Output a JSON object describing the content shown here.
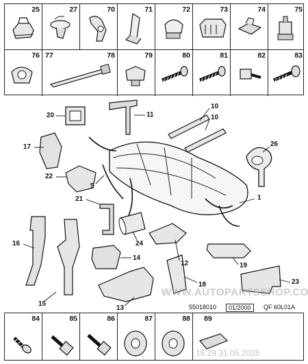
{
  "top_row_1": [
    "25",
    "27",
    "70",
    "71",
    "72",
    "73",
    "74",
    "75"
  ],
  "top_row_2": [
    "76",
    "77",
    "78",
    "79",
    "80",
    "81",
    "82",
    "83"
  ],
  "bottom_row": [
    "84",
    "85",
    "86",
    "87",
    "88",
    "89"
  ],
  "callouts": {
    "c1": "1",
    "c5": "5",
    "c10a": "10",
    "c10b": "10",
    "c11": "11",
    "c12": "12",
    "c13": "13",
    "c14": "14",
    "c15": "15",
    "c16": "16",
    "c17": "17",
    "c18": "18",
    "c19": "19",
    "c20": "20",
    "c21": "21",
    "c22": "22",
    "c23": "23",
    "c24": "24",
    "c26": "26"
  },
  "reference": {
    "code": "55018010",
    "date": "01/2000",
    "model": "QF 60L01A"
  },
  "watermark": {
    "site": "WWW.AUTOPARTSSHOP.COM",
    "timestamp": "16:29 31.05.2025"
  }
}
